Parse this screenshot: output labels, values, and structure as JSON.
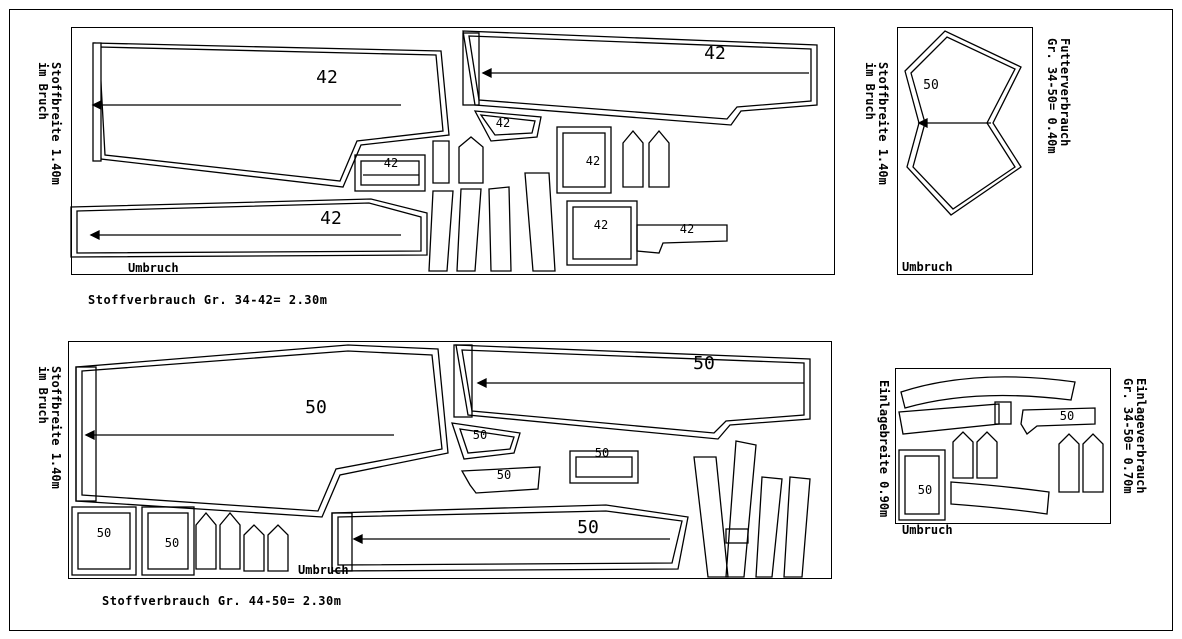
{
  "panels": {
    "fabric_small": {
      "side_label_1": "Stoffbreite 1.40m",
      "side_label_2": "im Bruch",
      "fold_label": "Umbruch",
      "caption": "Stoffverbrauch Gr. 34-42= 2.30m",
      "size": "42"
    },
    "lining": {
      "side_label_1": "Stoffbreite 1.40m",
      "side_label_2": "im Bruch",
      "right_label_1": "Futterverbrauch",
      "right_label_2": "Gr. 34-50= 0.40m",
      "fold_label": "Umbruch",
      "size": "50"
    },
    "fabric_large": {
      "side_label_1": "Stoffbreite 1.40m",
      "side_label_2": "im Bruch",
      "fold_label": "Umbruch",
      "caption": "Stoffverbrauch Gr. 44-50= 2.30m",
      "size": "50"
    },
    "interfacing": {
      "side_label_1": "Einlagebreite 0.90m",
      "right_label_1": "Einlageverbrauch",
      "right_label_2": "Gr. 34-50= 0.70m",
      "fold_label": "Umbruch",
      "size": "50"
    }
  }
}
